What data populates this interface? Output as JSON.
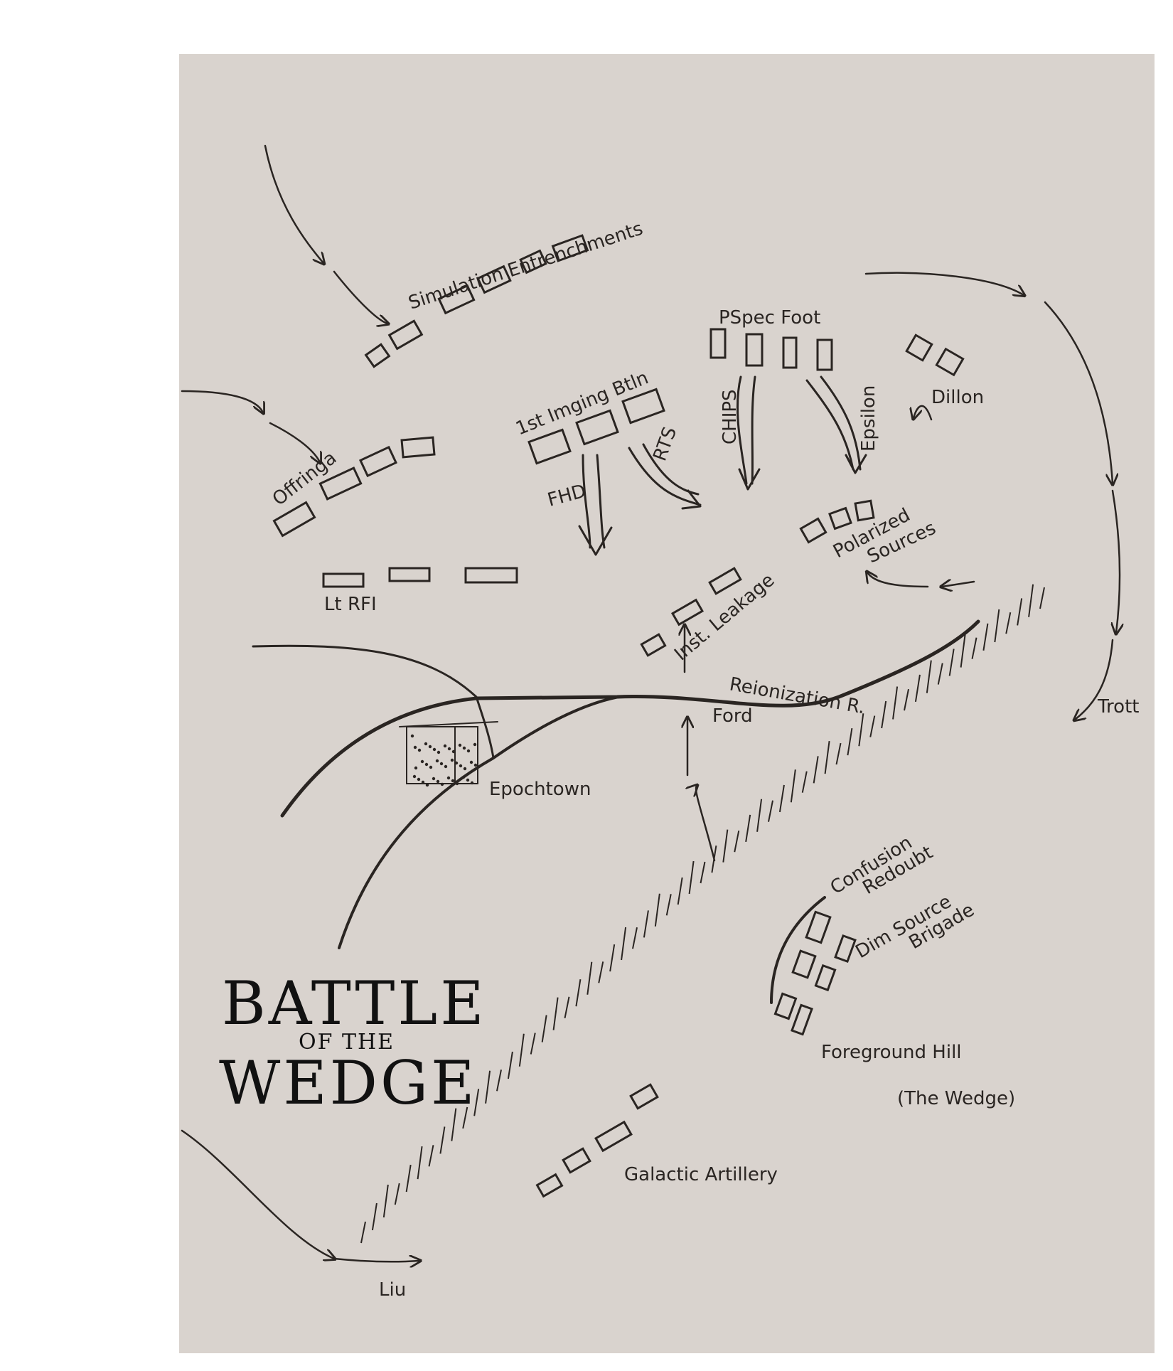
{
  "title": {
    "line1": "BATTLE",
    "line2": "OF THE",
    "line3": "WEDGE"
  },
  "labels": {
    "simulation_entrenchments": "Simulation Entrenchments",
    "pspec_foot": "PSpec Foot",
    "imaging_btln": "1st Imging Btln",
    "offringa": "Offringa",
    "lt_rfi": "Lt RFI",
    "fhd": "FHD",
    "rts": "RTS",
    "chips": "CHIPS",
    "epsilon": "Epsilon",
    "dillon": "Dillon",
    "polarized_1": "Polarized",
    "polarized_2": "Sources",
    "inst_leakage": "Inst. Leakage",
    "reionization": "Reionization R.",
    "ford": "Ford",
    "epochtown": "Epochtown",
    "confusion_1": "Confusion",
    "confusion_2": "Redoubt",
    "dim_1": "Dim Source",
    "dim_2": "Brigade",
    "foreground_hill": "Foreground Hill",
    "the_wedge": "(The Wedge)",
    "galactic_artillery": "Galactic Artillery",
    "liu": "Liu",
    "trott": "Trott"
  },
  "colors": {
    "paper": "#d9d3ce",
    "ink": "#2a2522"
  }
}
